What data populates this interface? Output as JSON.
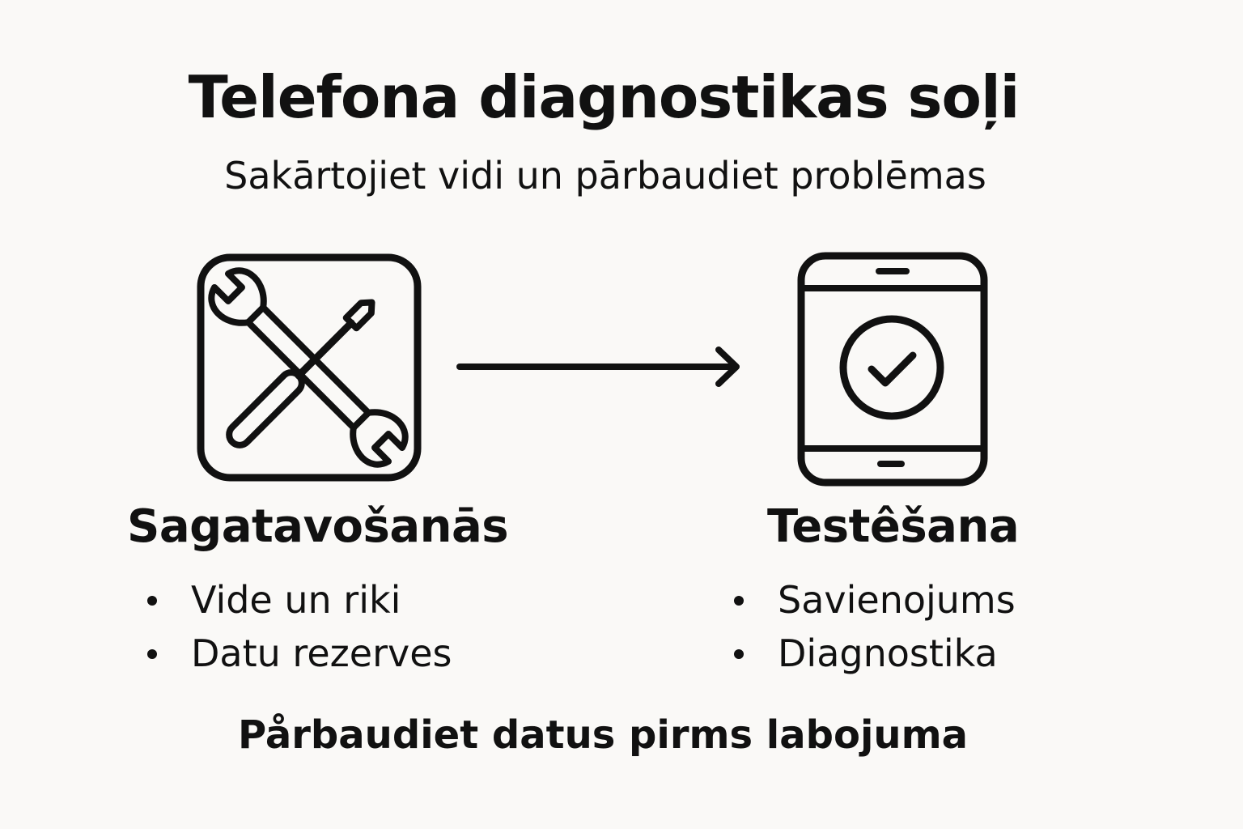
{
  "title": "Telefona diagnostikas soļi",
  "subtitle": "Sakārtojiet vidi un pārbaudiet problēmas",
  "steps": [
    {
      "title": "Sagatavošanās",
      "icon": "wrench-screwdriver-icon",
      "items": [
        "Vide un riki",
        "Datu rezerves"
      ]
    },
    {
      "title": "Testêšana",
      "icon": "phone-checkmark-icon",
      "items": [
        "Savienojums",
        "Diagnostika"
      ]
    }
  ],
  "footer": "Pårbaudiet datus pirms labojuma",
  "colors": {
    "background": "#faf9f7",
    "ink": "#111111"
  }
}
